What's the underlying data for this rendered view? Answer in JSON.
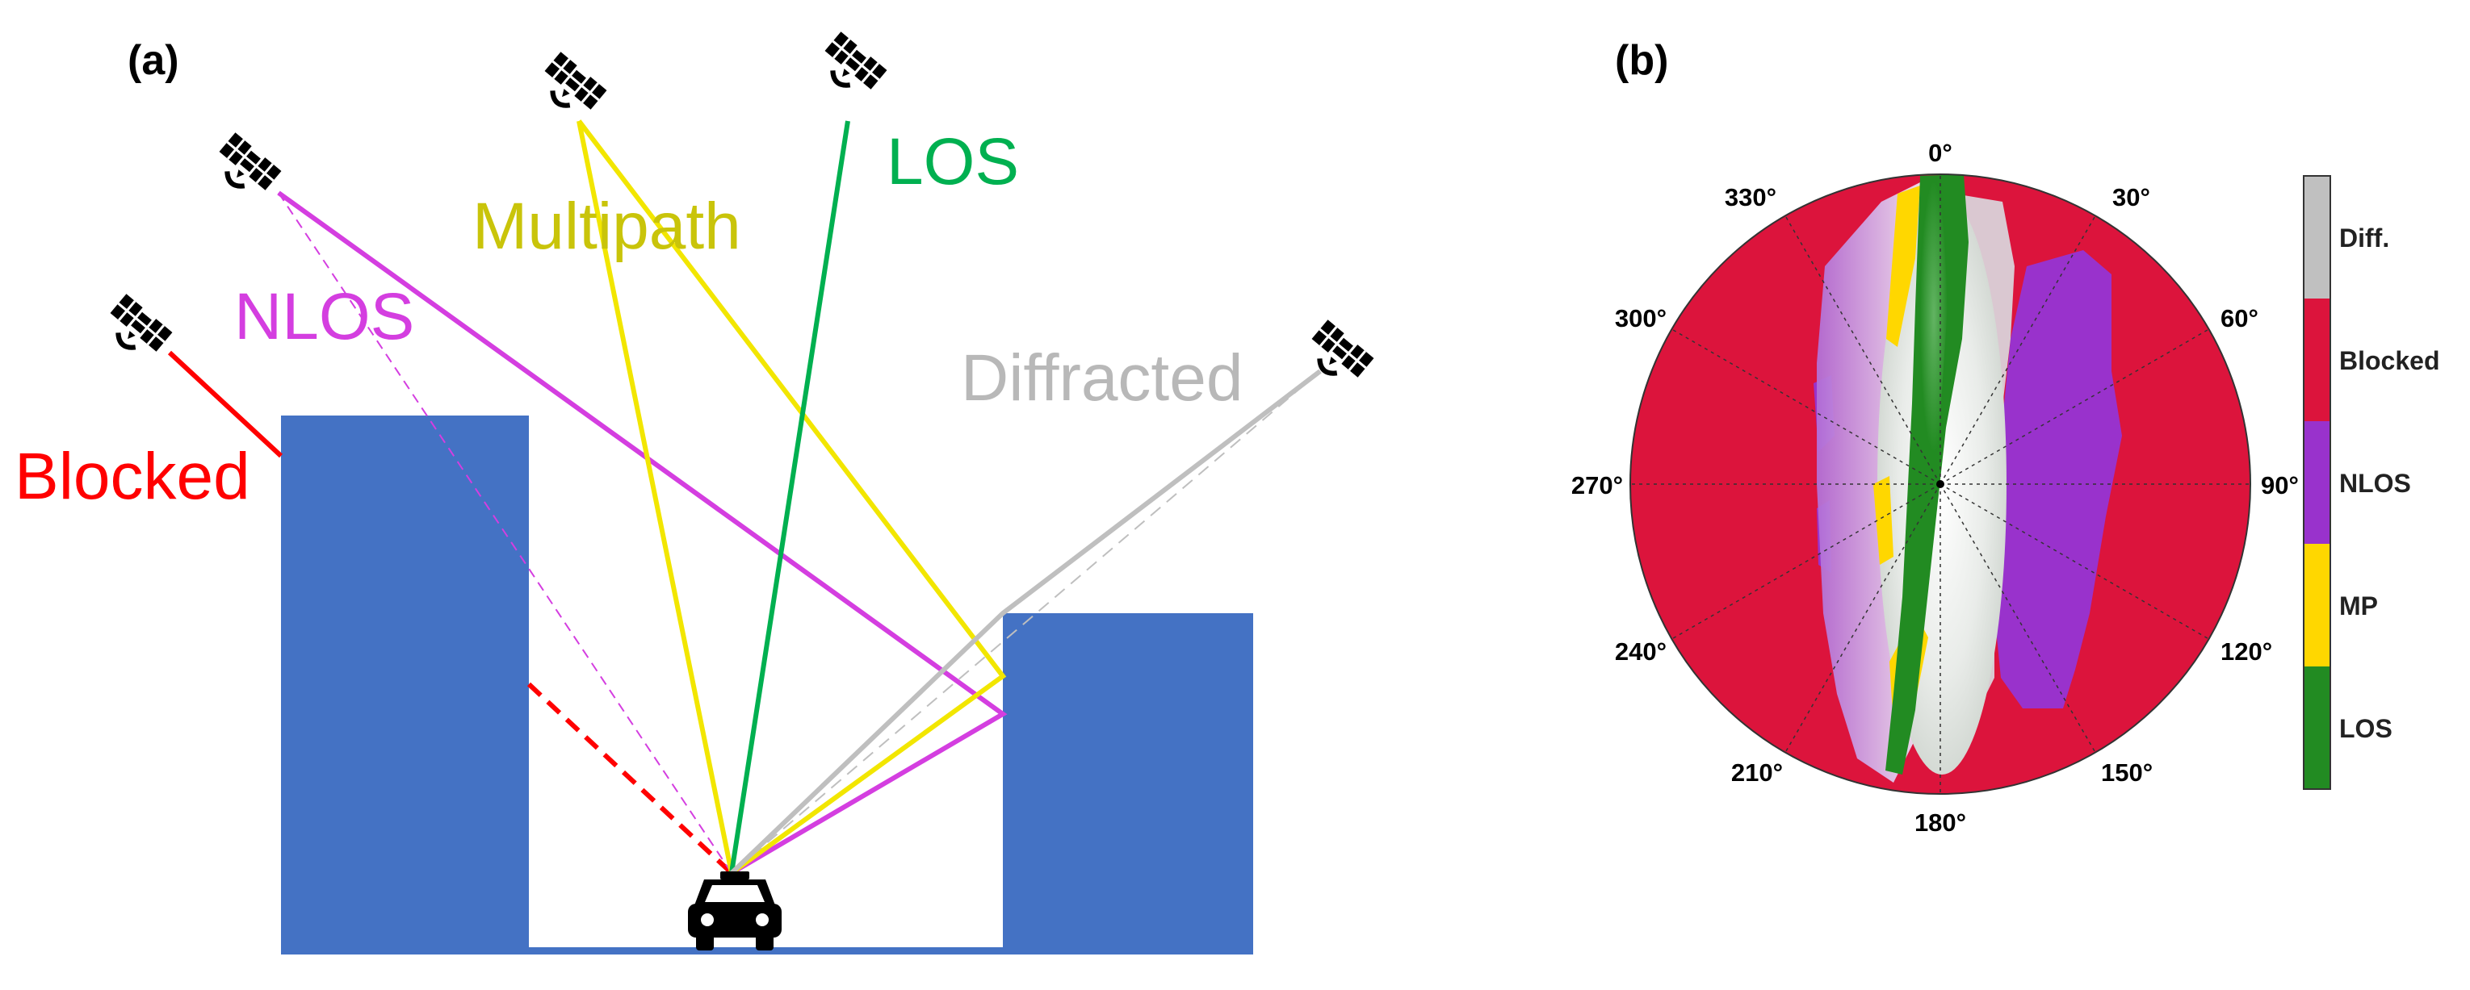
{
  "panel_a": {
    "letter": "(a)",
    "labels": {
      "blocked": "Blocked",
      "nlos": "NLOS",
      "multipath": "Multipath",
      "los": "LOS",
      "diffracted": "Diffracted"
    },
    "colors": {
      "building": "#4472c4",
      "blocked": "#ff0000",
      "nlos": "#d43ee0",
      "multipath": "#f2e600",
      "multipath_text": "#c9c40a",
      "los": "#00b050",
      "diffracted": "#bfbfbf",
      "diffracted_text": "#b8b8b8"
    },
    "icons": {
      "satellite": "satellite-icon",
      "vehicle": "car-icon"
    }
  },
  "panel_b": {
    "letter": "(b)",
    "chart_data": {
      "type": "polar",
      "angle_ticks": [
        "0°",
        "30°",
        "60°",
        "90°",
        "120°",
        "150°",
        "180°",
        "210°",
        "240°",
        "270°",
        "300°",
        "330°"
      ],
      "grid": true,
      "colorbar": {
        "position": "right",
        "categories": [
          "Diff.",
          "Blocked",
          "NLOS",
          "MP",
          "LOS"
        ],
        "colors": [
          "#c0c0c0",
          "#dc143c",
          "#9932cc",
          "#ffd700",
          "#228b22"
        ]
      }
    }
  }
}
